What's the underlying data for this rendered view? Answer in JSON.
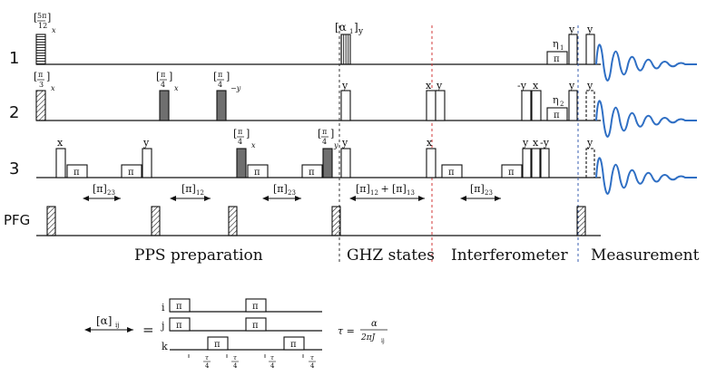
{
  "channels": {
    "ch1": "1",
    "ch2": "2",
    "ch3": "3",
    "pfg": "PFG"
  },
  "sections": {
    "pps": "PPS preparation",
    "ghz": "GHZ states",
    "interferometer": "Interferometer",
    "measurement": "Measurement"
  },
  "pulse_labels": {
    "x": "x",
    "y": "y",
    "neg_y": "-y",
    "pi": "π",
    "eta1": "η",
    "eta1_sub": "1",
    "eta2": "η",
    "eta2_sub": "2",
    "alpha1": "[α",
    "alpha1_sub": "1",
    "alpha1_close": "]",
    "alpha1_phase": "y"
  },
  "bracket_pulses": {
    "five_pi_12": {
      "num": "5π",
      "den": "12",
      "phase": "x"
    },
    "pi_3": {
      "num": "π",
      "den": "3",
      "phase": "x"
    },
    "pi_4_x_ch2": {
      "num": "π",
      "den": "4",
      "phase": "x"
    },
    "pi_4_negy_ch2": {
      "num": "π",
      "den": "4",
      "phase": "−y"
    },
    "pi_4_x_ch3": {
      "num": "π",
      "den": "4",
      "phase": "x"
    },
    "pi_4_y_ch3": {
      "num": "π",
      "den": "4",
      "phase": "y"
    }
  },
  "couplings": {
    "c23a": "[π]",
    "c23a_sub": "23",
    "c12": "[π]",
    "c12_sub": "12",
    "c23b": "[π]",
    "c23b_sub": "23",
    "ghz_a": "[π]",
    "ghz_a_sub": "12",
    "ghz_plus": " + ",
    "ghz_b": "[π]",
    "ghz_b_sub": "13",
    "c23c": "[π]",
    "c23c_sub": "23"
  },
  "legend": {
    "alpha": "[α]",
    "ij": "ij",
    "equals": "=",
    "i": "i",
    "j": "j",
    "k": "k",
    "pi": "π",
    "tau_eq": "τ =",
    "frac_num": "α",
    "frac_den": "2πJ",
    "frac_den_sub": "ij",
    "tau": "τ",
    "four": "4"
  },
  "colors": {
    "fid": "#2f6fc4",
    "divider_red": "#d33a3a",
    "divider_blue": "#3a5fb0",
    "divider_black": "#333333",
    "gray_pulse": "#6f6f6f"
  }
}
